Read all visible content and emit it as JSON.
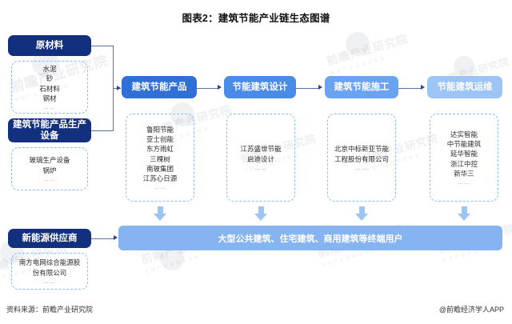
{
  "title": "图表2：建筑节能产业链生态图谱",
  "colors": {
    "navy": "#12307e",
    "stage1": "#2f6fd6",
    "stage2": "#4a8ae8",
    "stage3": "#6aa3ef",
    "stage4": "#9cc4f5",
    "users_bar": "#85b4f0",
    "dashed_border": "#8fbcf0",
    "connector": "#5b6fa8"
  },
  "upstream": [
    {
      "label": "原材料",
      "items": [
        "水泥",
        "砂",
        "石材料",
        "钢材"
      ],
      "dots": "……"
    },
    {
      "label": "建筑节能产品生产设备",
      "items": [
        "玻璃生产设备",
        "锅炉"
      ],
      "dots": "……"
    },
    {
      "label": "新能源供应商",
      "items": [
        "南方电网综合能源股份有限公司"
      ],
      "dots": "……"
    }
  ],
  "chain": [
    {
      "label": "建筑节能产品",
      "companies": [
        "鲁阳节能",
        "亚士创能",
        "东方雨虹",
        "三棵树",
        "南玻集团",
        "江苏心日源"
      ],
      "dots": "……"
    },
    {
      "label": "节能建筑设计",
      "companies": [
        "江苏盛世节能",
        "启迪设计"
      ],
      "dots": "……"
    },
    {
      "label": "建筑节能施工",
      "companies": [
        "北京中标新亚节能",
        "工程股份有限公司"
      ],
      "dots": "……"
    },
    {
      "label": "节能建筑运维",
      "companies": [
        "达实智能",
        "中节能建筑",
        "延华智能",
        "浙江中控",
        "新华三"
      ],
      "dots": "……"
    }
  ],
  "users_bar": {
    "label": "大型公共建筑、住宅建筑、商用建筑等终端用户"
  },
  "footer": {
    "source": "资料来源：前瞻产业研究院",
    "credit": "@前瞻经济学人APP"
  },
  "watermark": {
    "main": "前瞻产业研究院",
    "sub": "中国产业咨询领导者"
  }
}
